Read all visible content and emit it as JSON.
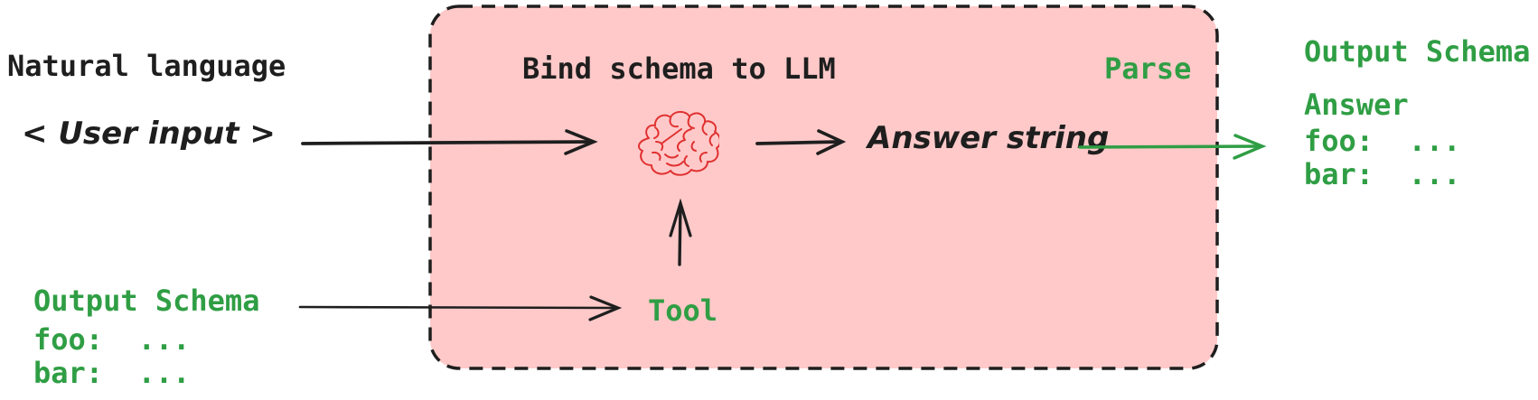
{
  "colors": {
    "ink": "#1e1e1e",
    "green": "#2f9e44",
    "box_fill": "#ffc9c9",
    "brain_red": "#e03131",
    "background": "#ffffff"
  },
  "left": {
    "title": "Natural language",
    "user_input": "< User input >",
    "schema": {
      "title": "Output Schema",
      "lines": [
        "foo:  ...",
        "bar:  ..."
      ]
    }
  },
  "box": {
    "title": "Bind schema to LLM",
    "parse_label": "Parse",
    "answer_string": "Answer string",
    "tool_label": "Tool"
  },
  "right": {
    "schema": {
      "title": "Output Schema",
      "name": "Answer",
      "lines": [
        "foo:  ...",
        "bar:  ..."
      ]
    }
  },
  "icons": {
    "brain": "brain-icon"
  }
}
